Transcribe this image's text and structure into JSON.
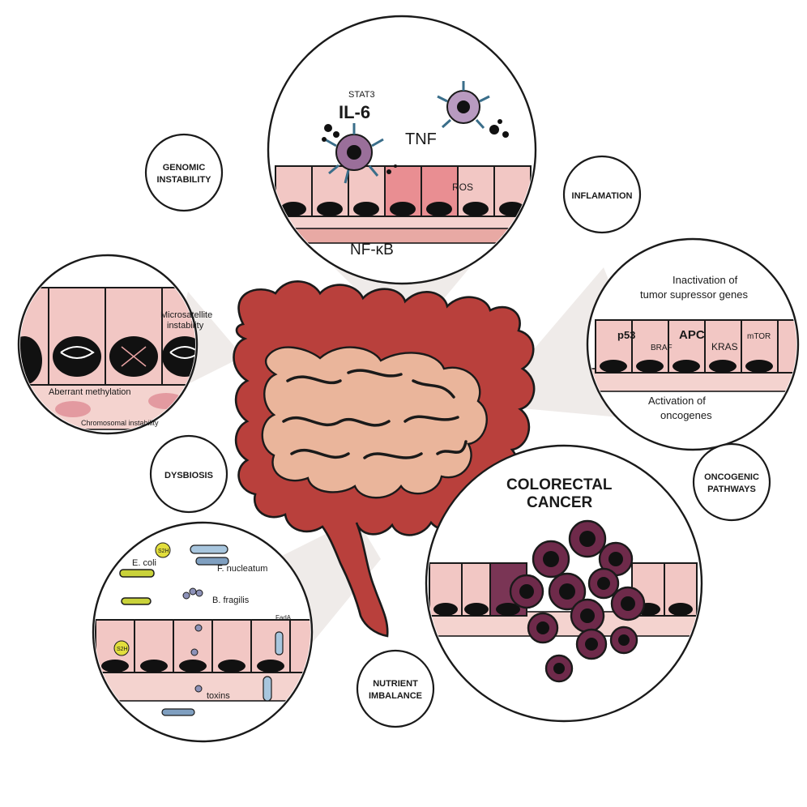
{
  "labels": {
    "genomic_line1": "GENOMIC",
    "genomic_line2": "INSTABILITY",
    "inflammation": "INFLAMATION",
    "dysbiosis": "DYSBIOSIS",
    "oncogenic_line1": "ONCOGENIC",
    "oncogenic_line2": "PATHWAYS",
    "nutrient_line1": "NUTRIENT",
    "nutrient_line2": "IMBALANCE",
    "crc_line1": "COLORECTAL",
    "crc_line2": "CANCER"
  },
  "inflammation_zoom": {
    "stat3": "STAT3",
    "il6": "IL-6",
    "tnf": "TNF",
    "ros": "ROS",
    "nfkb": "NF-κB"
  },
  "genomic_zoom": {
    "microsat_line1": "Microsatellite",
    "microsat_line2": "instability",
    "aberrant": "Aberrant methylation",
    "chromosomal": "Chromosomal instability"
  },
  "oncogenic_zoom": {
    "inact_line1": "Inactivation of",
    "inact_line2": "tumor supressor genes",
    "p53": "p53",
    "braf": "BRAF",
    "apc": "APC",
    "kras": "KRAS",
    "mtor": "mTOR",
    "act_line1": "Activation of",
    "act_line2": "oncogenes"
  },
  "dysbiosis_zoom": {
    "ecoli": "E. coli",
    "s2h": "S2H",
    "fnucleatum": "F. nucleatum",
    "bfragilis": "B. fragilis",
    "fada": "FadA",
    "toxins": "toxins"
  },
  "colors": {
    "colon": "#b9403c",
    "small_intestine": "#eab59b",
    "epithelium": "#f2c7c4",
    "tumor": "#6e2a4a",
    "immune_cell": "#9a6f9a"
  }
}
